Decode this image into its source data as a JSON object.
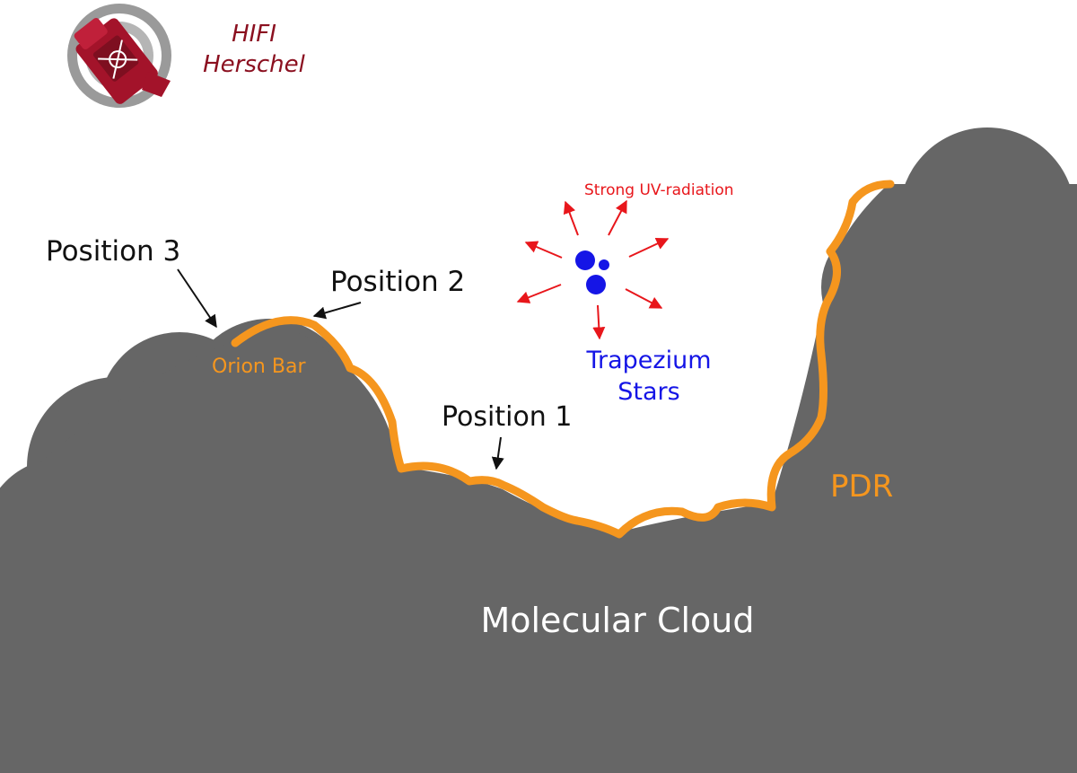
{
  "logo": {
    "line1": "HIFI",
    "line2": "Herschel",
    "icon": "herschel-telescope-icon",
    "color": "#8b1020"
  },
  "labels": {
    "position3": "Position 3",
    "position2": "Position 2",
    "position1": "Position 1",
    "strong_uv": "Strong UV-radiation",
    "trapezium_line1": "Trapezium",
    "trapezium_line2": "Stars",
    "orion_bar": "Orion Bar",
    "pdr": "PDR",
    "molecular_cloud": "Molecular Cloud"
  },
  "colors": {
    "cloud": "#666666",
    "pdr_edge": "#f5961e",
    "stars": "#1515e6",
    "uv_arrows": "#e8161b",
    "pointer_arrows": "#111111"
  }
}
